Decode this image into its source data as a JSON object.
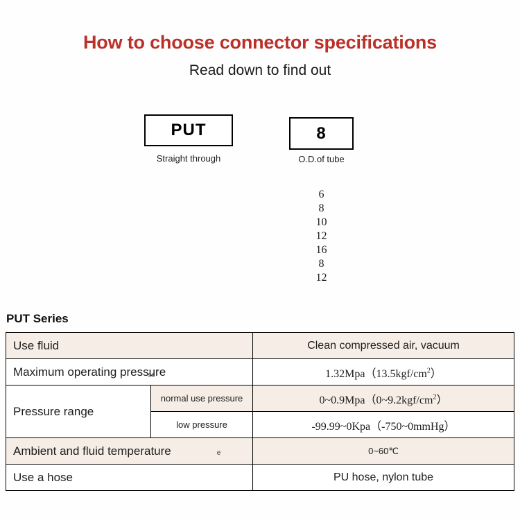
{
  "header": {
    "title": "How to choose connector specifications",
    "subtitle": "Read down to find out"
  },
  "selector": {
    "series_box": {
      "code": "PUT",
      "caption": "Straight through"
    },
    "size_box": {
      "code": "8",
      "caption": "O.D.of tube"
    },
    "size_options": [
      "6",
      "8",
      "10",
      "12",
      "16",
      "8",
      "12"
    ]
  },
  "spec": {
    "series_label": "PUT Series",
    "rows": [
      {
        "label": "Use fluid",
        "value": "Clean compressed air, vacuum"
      },
      {
        "label": "Maximum operating pressure",
        "label_artifact": "ss",
        "value": "1.32Mpa（13.5kgf/cm",
        "value_sup": "2",
        "value_tail": "）"
      },
      {
        "label": "Pressure range",
        "sub_label": "normal use pressure",
        "value": "0~0.9Mpa（0~9.2kgf/cm",
        "value_sup": "2",
        "value_tail": "）"
      },
      {
        "sub_label": "low pressure",
        "value": "-99.99~0Kpa（-750~0mmHg）"
      },
      {
        "label": "Ambient and fluid temperature",
        "label_artifact": "e",
        "value": "0~60℃"
      },
      {
        "label": "Use a hose",
        "value": "PU hose, nylon tube"
      }
    ]
  },
  "colors": {
    "title_red": "#bb3028",
    "row_shade": "#f6eee6",
    "border": "#000000",
    "page_bg": "#fefefe"
  }
}
